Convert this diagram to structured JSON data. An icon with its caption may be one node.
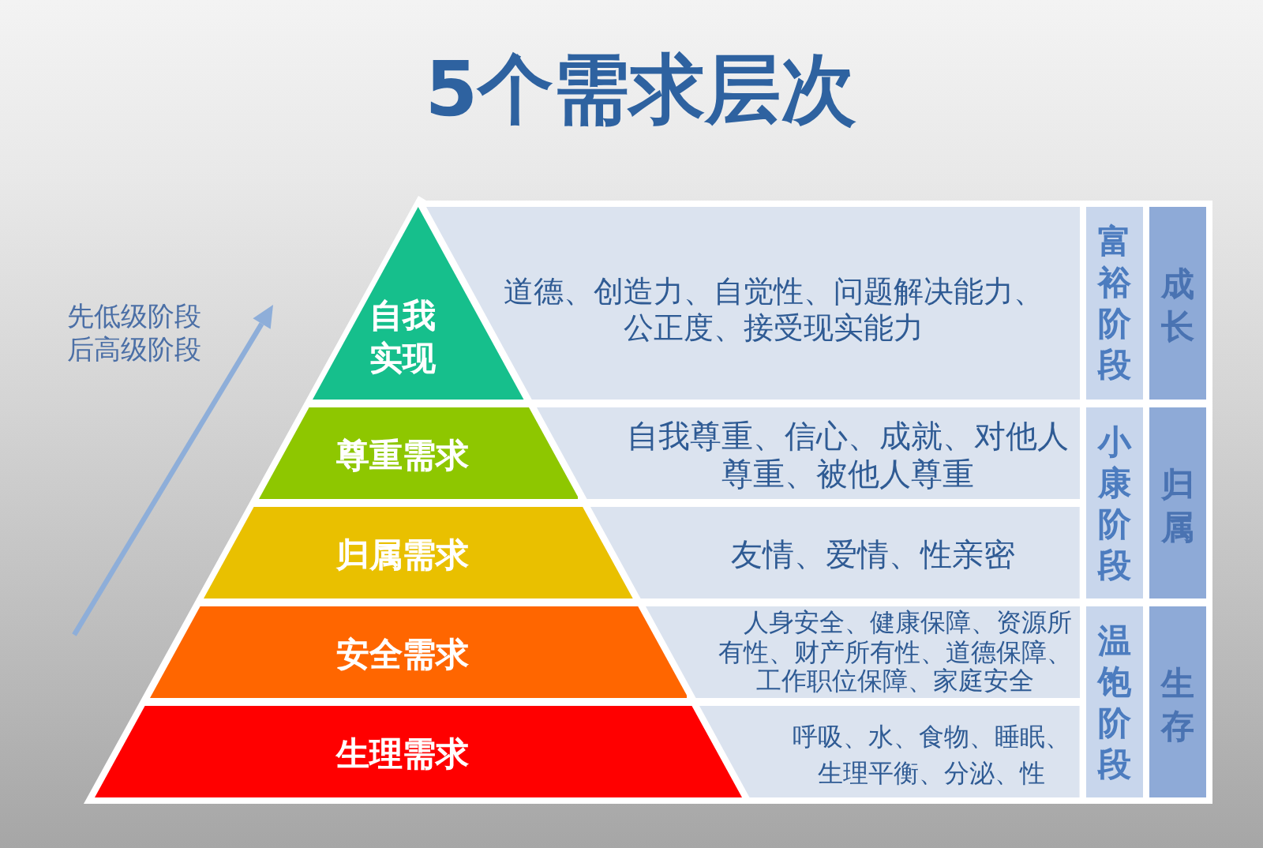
{
  "diagram": {
    "title": "5个需求层次",
    "nodes": [
      {
        "text": [
          "自我实现"
        ]
      },
      {
        "text": [
          "尊重需求"
        ]
      },
      {
        "text": [
          "归属需求"
        ]
      },
      {
        "text": [
          "安全需求"
        ]
      },
      {
        "text": [
          "生理需求"
        ]
      },
      {
        "text": [
          "道德、创造力、自觉性、问题解决能力、公正度、接受现实能力"
        ]
      },
      {
        "text": [
          "自我尊重、信心、成就、对他人尊重、被他人尊重"
        ]
      },
      {
        "text": [
          "友情、爱情、性亲密"
        ]
      },
      {
        "text": [
          "人身安全、健康保障、资源所有性、财产所有性、道德保障、工作职位保障、家庭安全"
        ]
      },
      {
        "text": [
          "呼吸、水、食物、睡眠、生理平衡、分泌、性"
        ]
      },
      {
        "text": [
          "富裕阶段"
        ]
      },
      {
        "text": [
          "小康阶段"
        ]
      },
      {
        "text": [
          "温饱阶段"
        ]
      },
      {
        "text": [
          "成长"
        ]
      },
      {
        "text": [
          "归属"
        ]
      },
      {
        "text": [
          "生存"
        ]
      }
    ],
    "labels": [
      "先低级阶段后高级阶段"
    ]
  }
}
